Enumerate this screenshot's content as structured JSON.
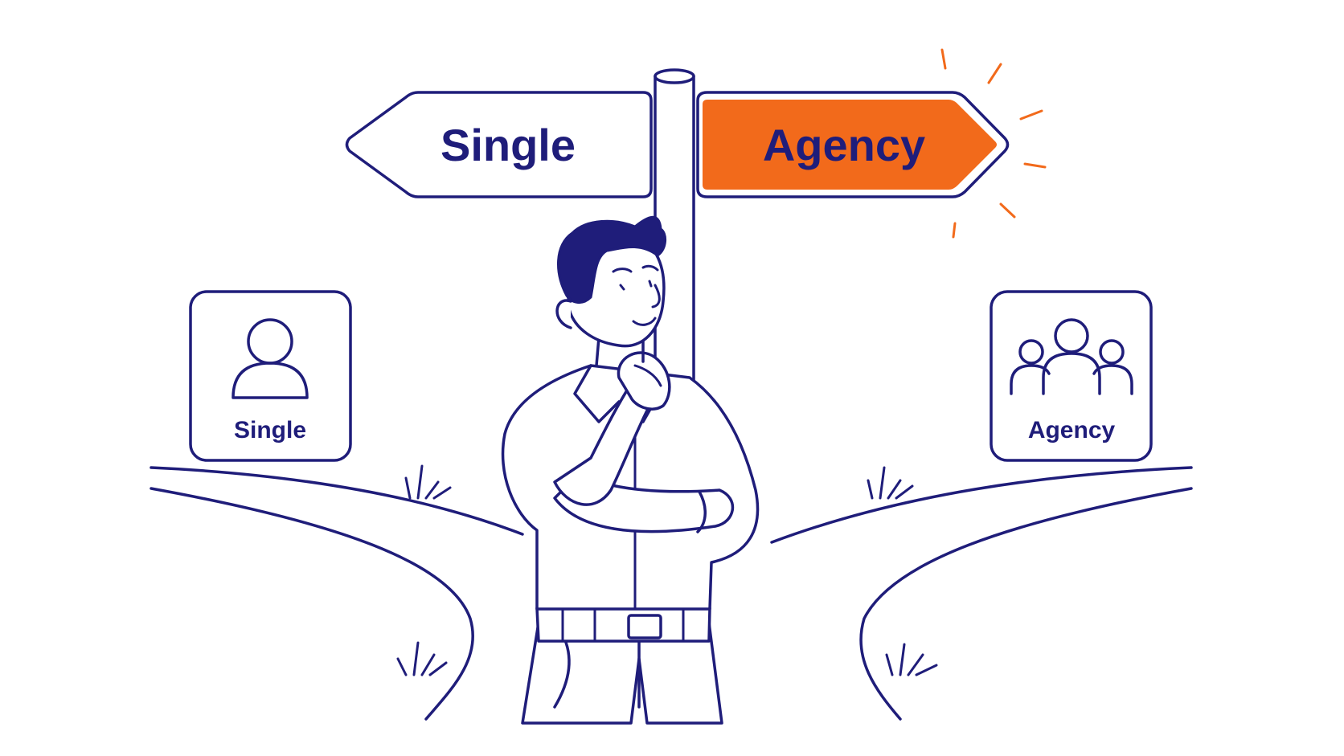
{
  "signpost": {
    "left_sign_label": "Single",
    "right_sign_label": "Agency",
    "highlight_color": "#f26a1b",
    "ink_color": "#1f1d7a"
  },
  "cards": {
    "single": {
      "label": "Single",
      "icon": "single-person-icon"
    },
    "agency": {
      "label": "Agency",
      "icon": "group-people-icon"
    }
  }
}
